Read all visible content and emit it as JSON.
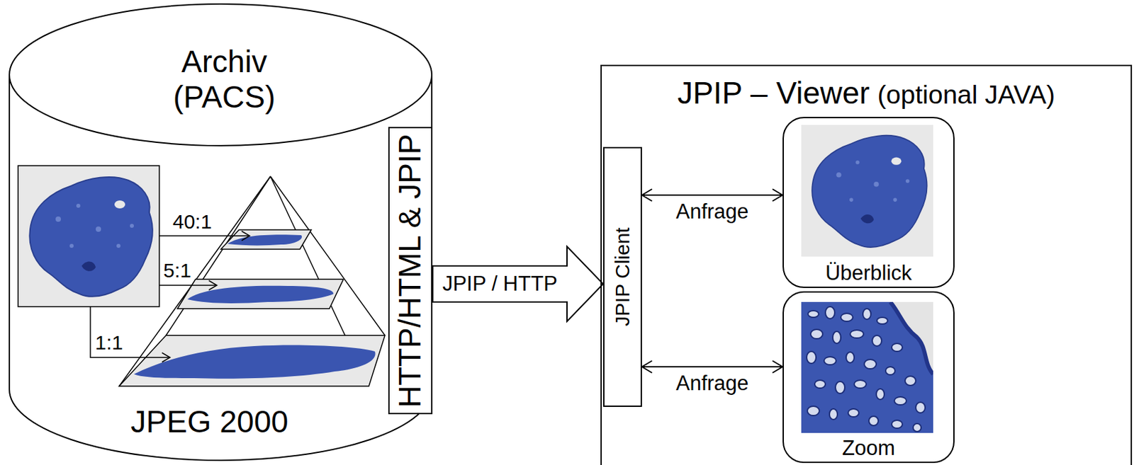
{
  "diagram": {
    "nodes": [
      {
        "text": [
          "Archiv (PACS)",
          "JPEG 2000"
        ]
      },
      {
        "text": [
          "HTTP/HTML & JPIP"
        ],
        "in": 0
      },
      {
        "text": [
          "JPIP – Viewer",
          "(optional JAVA)"
        ]
      },
      {
        "text": [
          "JPIP Client"
        ],
        "in": 2
      },
      {
        "text": [
          "Überblick"
        ],
        "in": 2
      },
      {
        "text": [
          "Zoom"
        ],
        "in": 2
      }
    ],
    "edges": [
      {
        "from": 1,
        "to": 3,
        "label": "JPIP / HTTP",
        "arrow": "to"
      },
      {
        "from": 3,
        "to": 4,
        "label": "Anfrage",
        "arrow": "both"
      },
      {
        "from": 3,
        "to": 5,
        "label": "Anfrage",
        "arrow": "both"
      }
    ],
    "labels": [
      "40:1",
      "5:1",
      "1:1"
    ]
  }
}
